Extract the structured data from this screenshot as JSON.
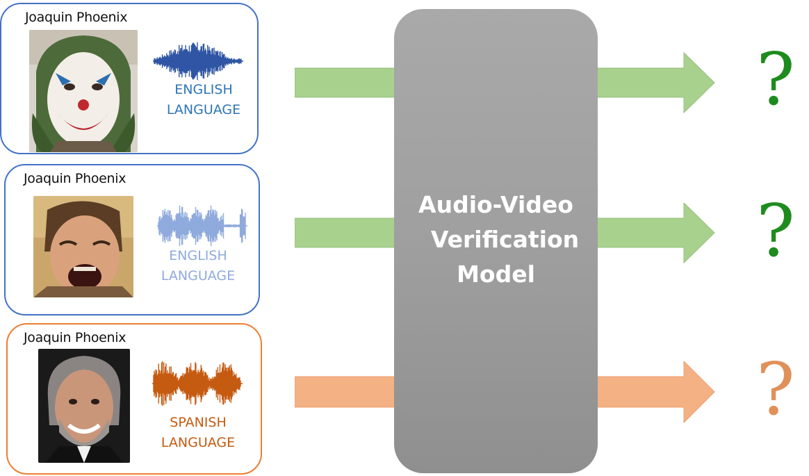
{
  "colors": {
    "blue_border": "#4472C4",
    "orange_border": "#ED7D31",
    "green_arrow": "#A9D18E",
    "orange_arrow": "#F4B183",
    "q_green": "#1E8B1E",
    "q_orange": "#E0915A"
  },
  "inputs": [
    {
      "name": "Joaquin Phoenix",
      "lang_line1": "ENGLISH",
      "lang_line2": "LANGUAGE",
      "text_color": "#2E75B6",
      "wave_color": "#2F55A4"
    },
    {
      "name": "Joaquin Phoenix",
      "lang_line1": "ENGLISH",
      "lang_line2": "LANGUAGE",
      "text_color": "#8FAADC",
      "wave_color": "#8FAADC"
    },
    {
      "name": "Joaquin Phoenix",
      "lang_line1": "SPANISH",
      "lang_line2": "LANGUAGE",
      "text_color": "#C55A11",
      "wave_color": "#C55A11"
    }
  ],
  "model": {
    "line1": "Audio-Video",
    "line2": "Verification",
    "line3": "Model"
  },
  "outputs": [
    "?",
    "?",
    "?"
  ]
}
